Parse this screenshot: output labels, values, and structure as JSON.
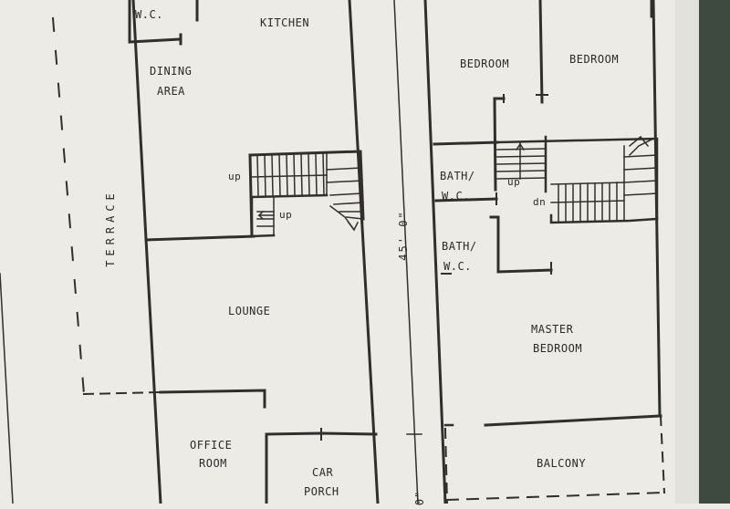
{
  "rooms": {
    "wc_top": "W.C.",
    "kitchen": "KITCHEN",
    "dining": "DINING",
    "area": "AREA",
    "terrace": "TERRACE",
    "lounge": "LOUNGE",
    "office": "OFFICE",
    "room": "ROOM",
    "car": "CAR",
    "porch": "PORCH",
    "bedroom_left": "BEDROOM",
    "bedroom_right": "BEDROOM",
    "bath1": "BATH/",
    "wc1": "W.C.",
    "bath2": "BATH/",
    "wc2": "W.C.",
    "master": "MASTER",
    "master_bedroom": "BEDROOM",
    "balcony": "BALCONY"
  },
  "stairs": {
    "up_left_upper": "up",
    "up_left_lower": "up",
    "up_right": "up",
    "dn_right": "dn"
  },
  "dimensions": {
    "length": "45' 0\"",
    "bottom_mark": "0\""
  },
  "colors": {
    "paper": "#ecebe6",
    "ink": "#2f302b",
    "dark_edge": "#3e4a40"
  }
}
